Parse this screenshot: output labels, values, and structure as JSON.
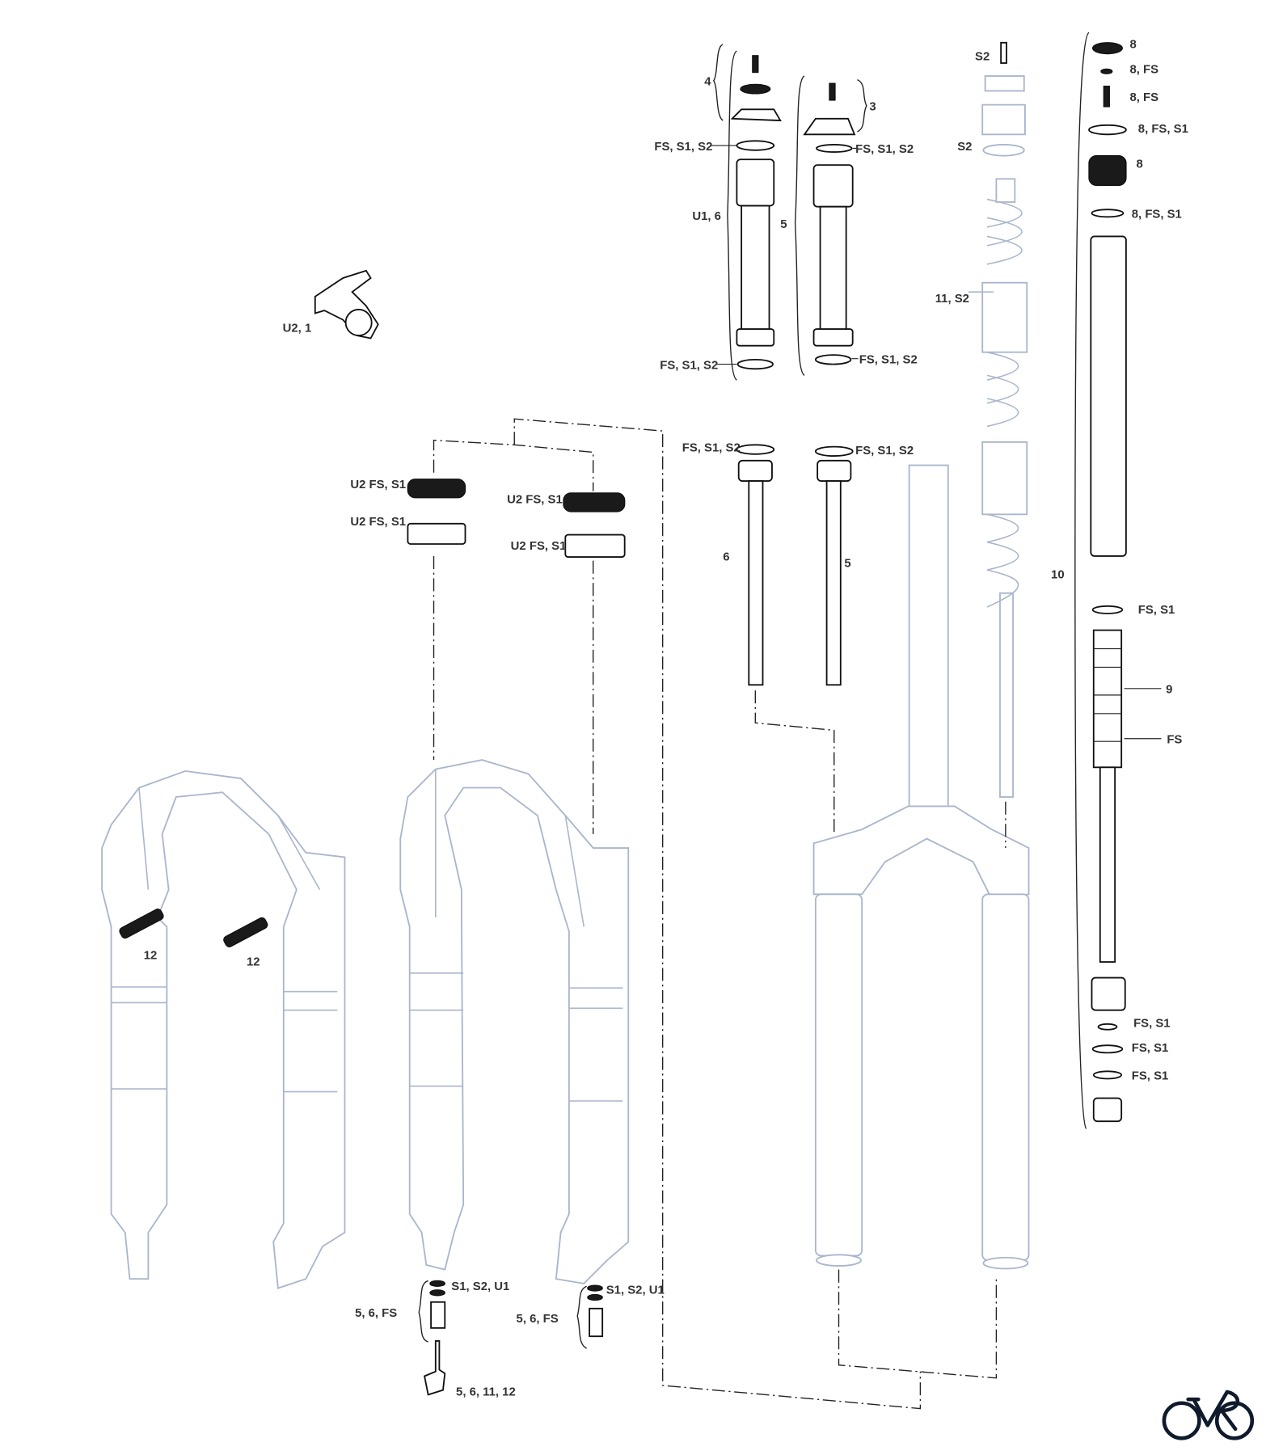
{
  "labels": {
    "damper_cap_group": "4",
    "charger_cap_group": "3",
    "damper_top_oring": "FS, S1, S2",
    "charger_top_oring": "FS, S1, S2",
    "damper_cartridge": "U1, 6",
    "charger_cartridge": "5",
    "damper_bottom_oring": "FS, S1, S2",
    "charger_bottom_oring": "FS, S1, S2",
    "remote": "U2, 1",
    "spring_bolt": "S2",
    "spring_seal": "S2",
    "coil_spring": "11, S2",
    "air_spring_group": "10",
    "air_cap": "8",
    "air_valve_cap": "8, FS",
    "air_valve": "8, FS",
    "air_cap_oring": "8, FS, S1",
    "air_top_cap": "8",
    "air_top_oring": "8, FS, S1",
    "piston_oring": "FS, S1",
    "air_piston": "9",
    "air_piston_seal": "FS",
    "shaft_oring_1": "FS, S1",
    "shaft_oring_2": "FS, S1",
    "shaft_oring_3": "FS, S1",
    "left_shaft_oring": "FS, S1, S2",
    "right_shaft_oring": "FS, S1, S2",
    "left_shaft": "6",
    "right_shaft": "5",
    "wiper_left_top": "U2 FS, S1",
    "foam_left": "U2 FS, S1",
    "wiper_right_top": "U2 FS, S1",
    "foam_right": "U2 FS, S1",
    "bleed_left": "12",
    "bleed_right": "12",
    "bolt_left_orings": "S1, S2, U1",
    "bolt_left": "5, 6, FS",
    "bolt_right_orings": "S1, S2, U1",
    "bolt_right": "5, 6,  FS",
    "bolt_tool": "5, 6, 11, 12"
  },
  "colors": {
    "fork_outline": "#a9b6cc",
    "part_ink": "#111111",
    "logo": "#0f1a2c"
  },
  "logo": {
    "icon": "bicycle-logo-icon"
  }
}
